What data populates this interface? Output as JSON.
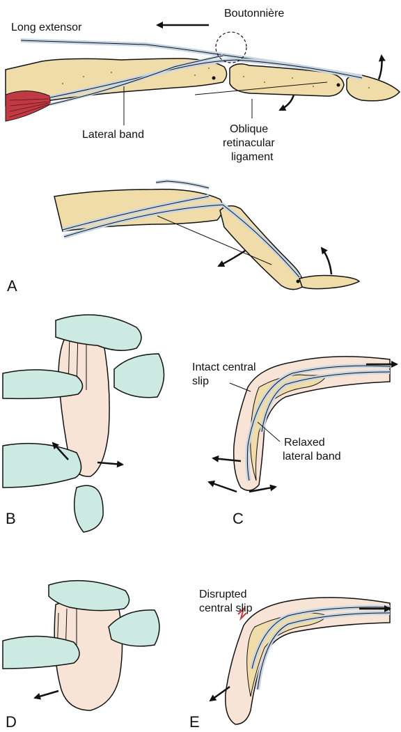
{
  "figure": {
    "panel_a": {
      "letter": "A",
      "labels": {
        "long_extensor": "Long extensor",
        "boutonniere": "Boutonnière",
        "lateral_band": "Lateral band",
        "oblique_line1": "Oblique",
        "oblique_line2": "retinacular",
        "oblique_line3": "ligament"
      }
    },
    "panel_b": {
      "letter": "B"
    },
    "panel_c": {
      "letter": "C",
      "labels": {
        "intact_line1": "Intact central",
        "intact_line2": "slip",
        "relaxed_line1": "Relaxed",
        "relaxed_line2": "lateral band"
      }
    },
    "panel_d": {
      "letter": "D"
    },
    "panel_e": {
      "letter": "E",
      "labels": {
        "disrupted_line1": "Disrupted",
        "disrupted_line2": "central slip"
      }
    }
  },
  "colors": {
    "bone": "#F0DCA8",
    "tendon": "#C6D6E6",
    "skin": "#F8E4D6",
    "glove": "#CCEAE2",
    "muscle": "#C03A44"
  }
}
